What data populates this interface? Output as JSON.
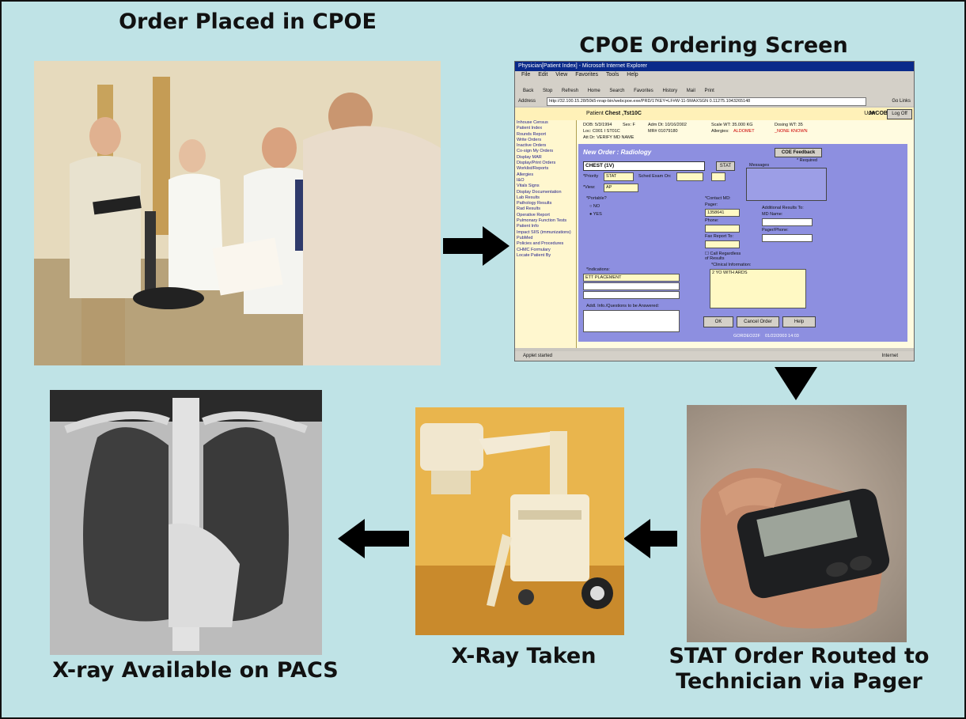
{
  "captions": {
    "order_placed": "Order Placed in CPOE",
    "ordering_screen": "CPOE Ordering Screen",
    "stat_order_line1": "STAT Order Routed to",
    "stat_order_line2": "Technician via Pager",
    "xray_taken": "X-Ray Taken",
    "xray_available": "X-ray Available on PACS"
  },
  "screen": {
    "window_title": "Physician[Patient Index] - Microsoft Internet Explorer",
    "menu": [
      "File",
      "Edit",
      "View",
      "Favorites",
      "Tools",
      "Help"
    ],
    "toolbar": [
      "Back",
      "Stop",
      "Refresh",
      "Home",
      "Search",
      "Favorites",
      "History",
      "Mail",
      "Print"
    ],
    "address_label": "Address",
    "address_value": "http://32.100.15.28/50k5-nrap-bin/webcpoe.exe/PRD/17KEY=LF#W-11-5MAXSGN 0.11275.1043265148",
    "go_label": "Go  Links",
    "patient_label": "Patient",
    "patient_name": "Chest ,Tst10C",
    "user_label": "User",
    "user_name": "JACOBB",
    "logoff": "Log Off",
    "sidebar": [
      "Inhouse Census",
      "Patient Index",
      "Rounds Report",
      "Write Orders",
      "Inactive Orders",
      "Co-sign My Orders",
      "Display MAR",
      "Display/Print Orders",
      "Worklist/Reports",
      "Allergies",
      "I&O",
      "Vitals Signs",
      "Display Documentation",
      "Lab Results",
      "Pathology Results",
      "Rad Results",
      "Operative Report",
      "Pulmonary Function Tests",
      "Patient Info",
      "Impact SIIS (immunizations)",
      "PubMed",
      "Policies and Procedures",
      "CHMC Formulary",
      "Locate Patient By"
    ],
    "form_title": "New Order : Radiology",
    "coe_feedback": "COE Feedback",
    "order_name": "CHEST (1V)",
    "stat_btn": "STAT",
    "messages_label": "Messages",
    "required_label": "* Required",
    "priority_label": "*Priority",
    "priority_value": "STAT",
    "sched_label": "Sched Exam On:",
    "view_label": "*View:",
    "view_value": "AP",
    "portable_label": "*Portable?",
    "no_label": "NO",
    "yes_label": "YES",
    "contact_label": "*Contact MD:",
    "pager_label": "Pager:",
    "pager_value": "1358641",
    "phone_label": "Phone:",
    "fax_label": "Fax Report To:",
    "call_label": "Call Regardless of Results",
    "additional_label": "Additional Results To:",
    "md_name_label": "MD Name:",
    "pager_phone_label": "Pager/Phone:",
    "indications_label": "*Indications:",
    "indication_value": "ETT PLACEMENT",
    "clinical_label": "*Clinical Information:",
    "clinical_value": "2 YO WITH ARDS",
    "addl_info_label": "Addl. Info./Questions to be Answered:",
    "ok_btn": "OK",
    "cancel_btn": "Cancel Order",
    "help_btn": "Help",
    "status_text": "Applet started",
    "status_right": "Internet",
    "footer_id": "GORDEO22F",
    "footer_date": "01/22/2003 14:03",
    "demo": {
      "dob": "DOB: 5/3/1994",
      "sex": "Sex: F",
      "adm": "Adm Dt: 10/16/2002",
      "scale_wt": "Scale WT: 35.000 KG",
      "dosing_wt": "Dosing WT: 35",
      "loc": "Loc: C001   I ST01C",
      "mr": "MR# 01079180",
      "allergies_label": "Allergies:",
      "allergies_value": "ALDOMET",
      "none_known": "_NONE KNOWN",
      "att": "Att Dr: VERIFY MD NAME"
    }
  },
  "colors": {
    "background": "#bfe3e6",
    "arrow": "#000000",
    "screen_form": "#8d8fe0"
  }
}
